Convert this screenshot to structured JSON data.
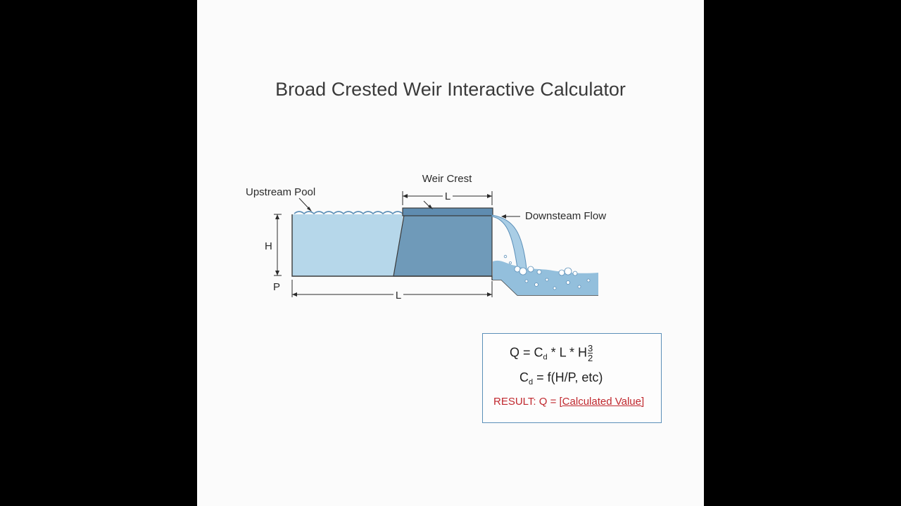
{
  "title": "Broad Crested Weir Interactive Calculator",
  "diagram": {
    "labels": {
      "weir_crest": "Weir Crest",
      "upstream_pool": "Upstream Pool",
      "downstream_flow": "Downsteam Flow",
      "crest_length": "L",
      "head": "H",
      "weir_height": "P",
      "base_length": "L"
    },
    "colors": {
      "upstream_water": "#b6d7ea",
      "weir_body": "#6f9ab9",
      "weir_cap": "#5f8cb0",
      "downstream_water": "#93bfdc",
      "outline": "#3a3a3a"
    }
  },
  "formula": {
    "q_lhs": "Q = C",
    "q_cd_sub": "d",
    "q_mid": " * L * H",
    "q_exp_num": "3",
    "q_exp_den": "2",
    "cd_lhs": "C",
    "cd_sub": "d",
    "cd_rhs": " = f(H/P, etc)",
    "result_label": "RESULT: Q = ",
    "result_value": "[Calculated Value]",
    "result_color": "#c0282e",
    "box_border_color": "#5b8fb8"
  }
}
